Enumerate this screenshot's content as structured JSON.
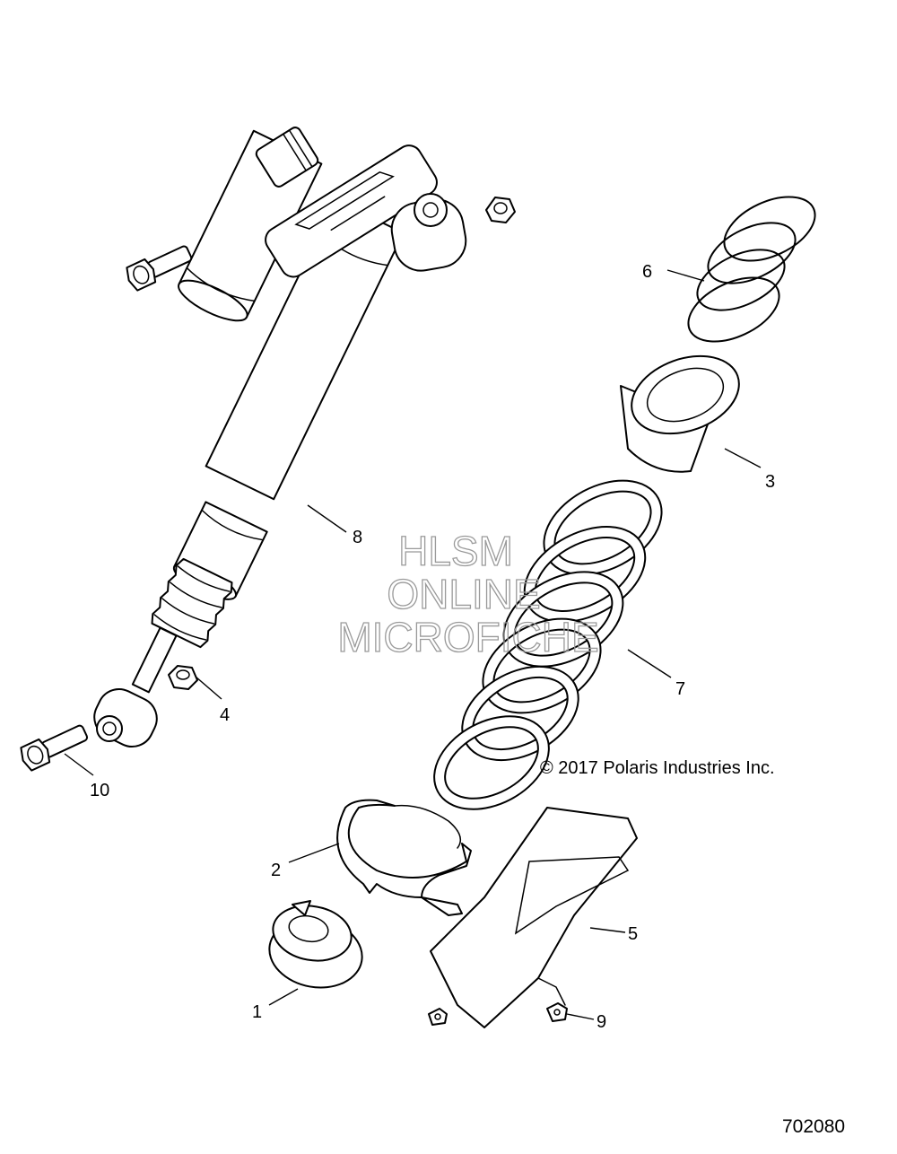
{
  "callouts": [
    {
      "id": "1",
      "label": "1"
    },
    {
      "id": "2",
      "label": "2"
    },
    {
      "id": "3",
      "label": "3"
    },
    {
      "id": "4",
      "label": "4"
    },
    {
      "id": "5",
      "label": "5"
    },
    {
      "id": "6",
      "label": "6"
    },
    {
      "id": "7",
      "label": "7"
    },
    {
      "id": "8",
      "label": "8"
    },
    {
      "id": "9",
      "label": "9"
    },
    {
      "id": "10",
      "label": "10"
    }
  ],
  "watermark": {
    "line1": "HLSM",
    "line2": "ONLINE",
    "line3": "MICROFICHE",
    "color": "#9a9a9a"
  },
  "copyright": "© 2017 Polaris Industries Inc.",
  "figure_number": "702080"
}
